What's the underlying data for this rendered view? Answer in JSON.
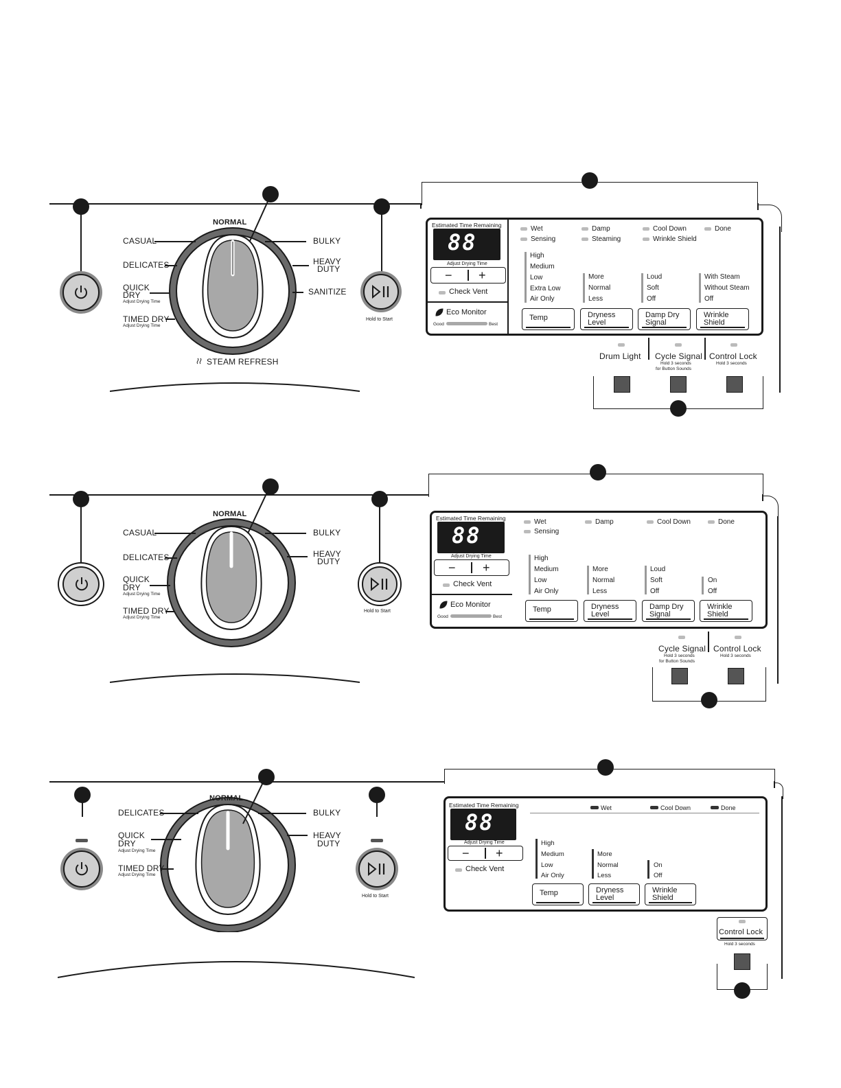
{
  "panels": [
    {
      "dial_labels": {
        "normal": "NORMAL",
        "left": [
          "CASUAL",
          "DELICATES",
          "QUICK",
          "DRY",
          "TIMED DRY"
        ],
        "left_sub": [
          "Adjust Drying Time",
          "Adjust Drying Time"
        ],
        "right": [
          "BULKY",
          "HEAVY",
          "DUTY",
          "SANITIZE"
        ],
        "bottom": "STEAM REFRESH"
      },
      "hold_to_start": "Hold to Start",
      "display": {
        "title": "Estimated Time Remaining",
        "digits": "88",
        "adjust": "Adjust Drying Time",
        "minus": "−",
        "plus": "+",
        "check_vent": "Check Vent",
        "eco_monitor": "Eco Monitor",
        "good": "Good",
        "best": "Best"
      },
      "status": [
        "Wet",
        "Sensing",
        "Damp",
        "Steaming",
        "Cool Down",
        "Wrinkle Shield",
        "Done"
      ],
      "temp_opts": [
        "High",
        "Medium",
        "Low",
        "Extra Low",
        "Air Only"
      ],
      "dryness_opts": [
        "More",
        "Normal",
        "Less"
      ],
      "damp_opts": [
        "Loud",
        "Soft",
        "Off"
      ],
      "wrinkle_opts": [
        "With Steam",
        "Without Steam",
        "Off"
      ],
      "buttons": [
        [
          "Temp",
          ""
        ],
        [
          "Dryness",
          "Level"
        ],
        [
          "Damp Dry",
          "Signal"
        ],
        [
          "Wrinkle",
          "Shield"
        ]
      ],
      "extra": {
        "drum_light": "Drum Light",
        "cycle_signal": "Cycle Signal",
        "cycle_sub1": "Hold 3 seconds",
        "cycle_sub2": "for Button Sounds",
        "control_lock": "Control Lock",
        "control_sub": "Hold 3 seconds"
      }
    },
    {
      "dial_labels": {
        "normal": "NORMAL",
        "left": [
          "CASUAL",
          "DELICATES",
          "QUICK",
          "DRY",
          "TIMED DRY"
        ],
        "left_sub": [
          "Adjust Drying Time",
          "Adjust Drying Time"
        ],
        "right": [
          "BULKY",
          "HEAVY",
          "DUTY"
        ]
      },
      "hold_to_start": "Hold to Start",
      "display": {
        "title": "Estimated Time Remaining",
        "digits": "88",
        "adjust": "Adjust Drying Time",
        "minus": "−",
        "plus": "+",
        "check_vent": "Check Vent",
        "eco_monitor": "Eco Monitor",
        "good": "Good",
        "best": "Best"
      },
      "status": [
        "Wet",
        "Sensing",
        "Damp",
        "Cool Down",
        "Done"
      ],
      "temp_opts": [
        "High",
        "Medium",
        "Low",
        "Air Only"
      ],
      "dryness_opts": [
        "More",
        "Normal",
        "Less"
      ],
      "damp_opts": [
        "Loud",
        "Soft",
        "Off"
      ],
      "wrinkle_opts": [
        "On",
        "Off"
      ],
      "buttons": [
        [
          "Temp",
          ""
        ],
        [
          "Dryness",
          "Level"
        ],
        [
          "Damp Dry",
          "Signal"
        ],
        [
          "Wrinkle",
          "Shield"
        ]
      ],
      "extra": {
        "cycle_signal": "Cycle Signal",
        "cycle_sub1": "Hold 3 seconds",
        "cycle_sub2": "for Button Sounds",
        "control_lock": "Control Lock",
        "control_sub": "Hold 3 seconds"
      }
    },
    {
      "dial_labels": {
        "normal": "NORMAL",
        "left": [
          "DELICATES",
          "QUICK",
          "DRY",
          "TIMED DRY"
        ],
        "left_sub": [
          "Adjust Drying Time",
          "Adjust Drying Time"
        ],
        "right": [
          "BULKY",
          "HEAVY",
          "DUTY"
        ]
      },
      "hold_to_start": "Hold to Start",
      "display": {
        "title": "Estimated Time Remaining",
        "digits": "88",
        "adjust": "Adjust Drying Time",
        "minus": "−",
        "plus": "+",
        "check_vent": "Check Vent"
      },
      "status": [
        "Wet",
        "Cool Down",
        "Done"
      ],
      "temp_opts": [
        "High",
        "Medium",
        "Low",
        "Air Only"
      ],
      "dryness_opts": [
        "More",
        "Normal",
        "Less"
      ],
      "wrinkle_opts": [
        "On",
        "Off"
      ],
      "buttons": [
        [
          "Temp",
          ""
        ],
        [
          "Dryness",
          "Level"
        ],
        [
          "Wrinkle",
          "Shield"
        ]
      ],
      "extra": {
        "control_lock": "Control Lock",
        "control_sub": "Hold 3 seconds"
      }
    }
  ],
  "icons": [
    "power-icon",
    "play-pause-icon",
    "leaf-icon",
    "steam-icon"
  ]
}
